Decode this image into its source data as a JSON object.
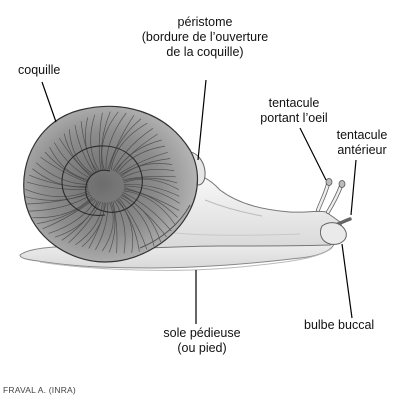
{
  "labels": {
    "coquille": "coquille",
    "peristome": [
      "péristome",
      "(bordure de l’ouverture",
      "de la coquille)"
    ],
    "tentacule_oeil": [
      "tentacule",
      "portant l’oeil"
    ],
    "tentacule_anterieur": [
      "tentacule",
      "antérieur"
    ],
    "bulbe_buccal": "bulbe buccal",
    "sole_pedieuse": [
      "sole pédieuse",
      "(ou pied)"
    ]
  },
  "credit": "FRAVAL A. (INRA)"
}
